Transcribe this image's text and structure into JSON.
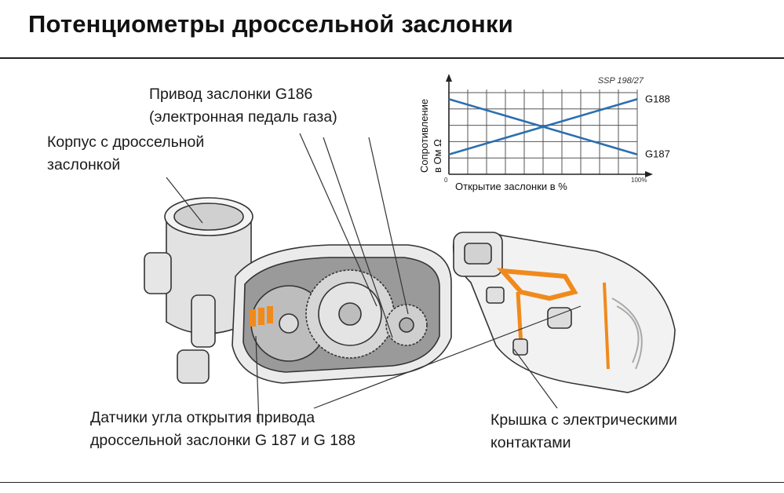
{
  "title": "Потенциометры дроссельной заслонки",
  "labels": {
    "drive_line1": "Привод заслонки G186",
    "drive_line2": "(электронная педаль газа)",
    "housing_line1": "Корпус с дроссельной",
    "housing_line2": "заслонкой",
    "sensors_line1": "Датчики угла открытия привода",
    "sensors_line2": "дроссельной заслонки G 187 и G 188",
    "cover_line1": "Крышка с электрическими",
    "cover_line2": "контактами"
  },
  "chart_data": {
    "type": "line",
    "ssp": "SSP 198/27",
    "xlabel": "Открытие заслонки в %",
    "ylabel_line1": "Сопротивление",
    "ylabel_line2": "в Ом Ω",
    "x_tick_start": "0",
    "x_tick_end": "100%",
    "xlim": [
      0,
      100
    ],
    "ylim": [
      0,
      100
    ],
    "series": [
      {
        "name": "G188",
        "x": [
          0,
          100
        ],
        "y": [
          23,
          87
        ]
      },
      {
        "name": "G187",
        "x": [
          0,
          100
        ],
        "y": [
          87,
          23
        ]
      }
    ],
    "colors": {
      "line": "#2a6fb0",
      "grid": "#555555"
    }
  }
}
